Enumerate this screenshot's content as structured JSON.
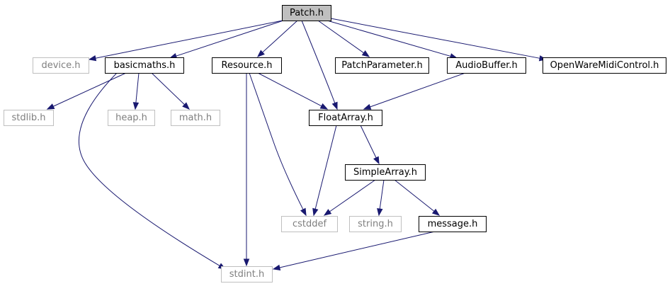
{
  "colors": {
    "edge": "#191970",
    "root_fill": "#bfbfbf",
    "node_fill": "#ffffff",
    "documented_border": "#000000",
    "undocumented_border": "#bfbfbf",
    "undocumented_text": "#7f7f7f"
  },
  "nodes": [
    {
      "id": "patch",
      "label": "Patch.h",
      "kind": "root"
    },
    {
      "id": "device",
      "label": "device.h",
      "kind": "undocumented"
    },
    {
      "id": "basicmaths",
      "label": "basicmaths.h",
      "kind": "documented"
    },
    {
      "id": "resource",
      "label": "Resource.h",
      "kind": "documented"
    },
    {
      "id": "patchparameter",
      "label": "PatchParameter.h",
      "kind": "documented"
    },
    {
      "id": "audiobuffer",
      "label": "AudioBuffer.h",
      "kind": "documented"
    },
    {
      "id": "openwaremidicontrol",
      "label": "OpenWareMidiControl.h",
      "kind": "documented"
    },
    {
      "id": "stdlib",
      "label": "stdlib.h",
      "kind": "undocumented"
    },
    {
      "id": "heap",
      "label": "heap.h",
      "kind": "undocumented"
    },
    {
      "id": "math",
      "label": "math.h",
      "kind": "undocumented"
    },
    {
      "id": "floatarray",
      "label": "FloatArray.h",
      "kind": "documented"
    },
    {
      "id": "simplearray",
      "label": "SimpleArray.h",
      "kind": "documented"
    },
    {
      "id": "cstddef",
      "label": "cstddef",
      "kind": "undocumented"
    },
    {
      "id": "string",
      "label": "string.h",
      "kind": "undocumented"
    },
    {
      "id": "message",
      "label": "message.h",
      "kind": "documented"
    },
    {
      "id": "stdint",
      "label": "stdint.h",
      "kind": "undocumented"
    }
  ],
  "edges": [
    {
      "from": "patch",
      "to": "device"
    },
    {
      "from": "patch",
      "to": "basicmaths"
    },
    {
      "from": "patch",
      "to": "resource"
    },
    {
      "from": "patch",
      "to": "floatarray"
    },
    {
      "from": "patch",
      "to": "patchparameter"
    },
    {
      "from": "patch",
      "to": "audiobuffer"
    },
    {
      "from": "patch",
      "to": "openwaremidicontrol"
    },
    {
      "from": "basicmaths",
      "to": "stdlib"
    },
    {
      "from": "basicmaths",
      "to": "heap"
    },
    {
      "from": "basicmaths",
      "to": "math"
    },
    {
      "from": "basicmaths",
      "to": "stdint"
    },
    {
      "from": "resource",
      "to": "floatarray"
    },
    {
      "from": "resource",
      "to": "cstddef"
    },
    {
      "from": "resource",
      "to": "stdint"
    },
    {
      "from": "audiobuffer",
      "to": "floatarray"
    },
    {
      "from": "floatarray",
      "to": "simplearray"
    },
    {
      "from": "floatarray",
      "to": "cstddef"
    },
    {
      "from": "simplearray",
      "to": "cstddef"
    },
    {
      "from": "simplearray",
      "to": "string"
    },
    {
      "from": "simplearray",
      "to": "message"
    },
    {
      "from": "message",
      "to": "stdint"
    }
  ]
}
